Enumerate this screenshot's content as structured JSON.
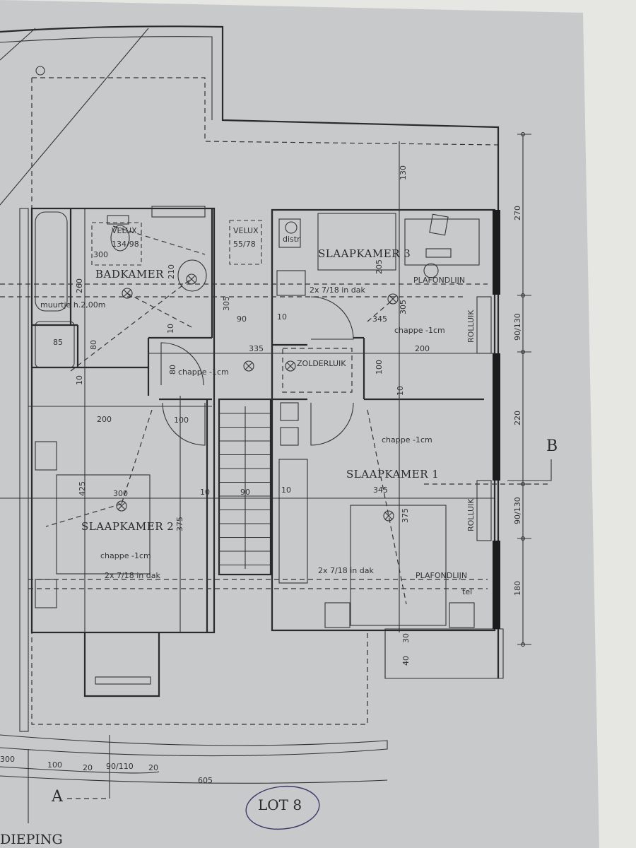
{
  "plan": {
    "rooms": {
      "badkamer": "BADKAMER",
      "slaapkamer1": "SLAAPKAMER 1",
      "slaapkamer2": "SLAAPKAMER 2",
      "slaapkamer3": "SLAAPKAMER 3",
      "zolderluik": "ZOLDERLUIK"
    },
    "notes": {
      "velux1": "VELUX",
      "velux1_size": "134/98",
      "velux2": "VELUX",
      "velux2_size": "55/78",
      "distr": "distr",
      "muurtje": "muurtje h.2,00m",
      "chappe": "chappe -1cm",
      "dak": "2x 7/18 in dak",
      "plafondlijn": "PLAFONDLIJN",
      "rolluik": "ROLLUIK",
      "tel": "tel"
    },
    "dimensions": {
      "d130": "130",
      "d300a": "300",
      "d260": "260",
      "d210": "210",
      "d305a": "305",
      "d90": "90",
      "d10a": "10",
      "d205": "205",
      "d305b": "305",
      "d345a": "345",
      "d200a": "200",
      "d335": "335",
      "d80a": "80",
      "d80b": "80",
      "d10b": "10",
      "d100a": "100",
      "d10c": "10",
      "d200b": "200",
      "d100b": "100",
      "d425": "425",
      "d300b": "300",
      "d375a": "375",
      "d10d": "10",
      "d90s": "90",
      "d10e": "10",
      "d345b": "345",
      "d375b": "375",
      "d30": "30",
      "d40": "40",
      "d10f": "10",
      "d85": "85",
      "r270": "270",
      "r90130a": "90/130",
      "r220": "220",
      "r90130b": "90/130",
      "r180": "180",
      "b300": "300",
      "b100": "100",
      "b20a": "20",
      "b90110": "90/110",
      "b20b": "20",
      "b605": "605"
    },
    "section_a": "A",
    "section_b": "B",
    "lot": "LOT 8",
    "floor_title": "DIEPING"
  },
  "colors": {
    "paper": "#c8c9cb",
    "ink": "#2a2a2a",
    "lot_circle": "#3a3a6a"
  }
}
